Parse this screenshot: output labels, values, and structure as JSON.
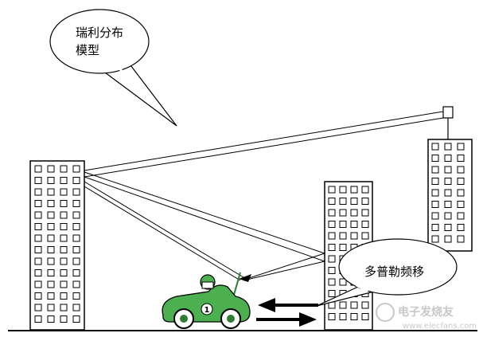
{
  "bubbles": {
    "rayleigh": {
      "line1": "瑞利分布",
      "line2": "模型"
    },
    "doppler": {
      "text": "多普勒频移"
    }
  },
  "car": {
    "number": "1"
  },
  "watermark": {
    "name": "电子发烧友",
    "url": "www.elecfans.com"
  },
  "colors": {
    "car_body": "#4caf50",
    "car_dark": "#2e7d32",
    "ink": "#000000"
  }
}
